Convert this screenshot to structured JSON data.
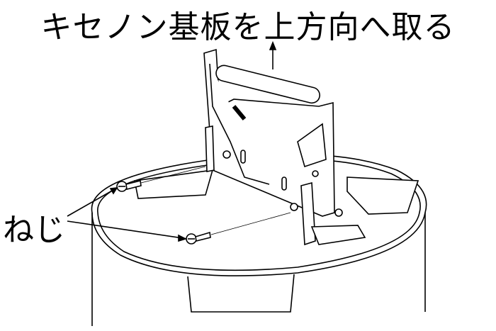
{
  "title": "キセノン基板を上方向へ取る",
  "screw_label": "ねじ",
  "icons": [
    "up-arrow",
    "screw",
    "xenon-board",
    "lamp-housing"
  ]
}
